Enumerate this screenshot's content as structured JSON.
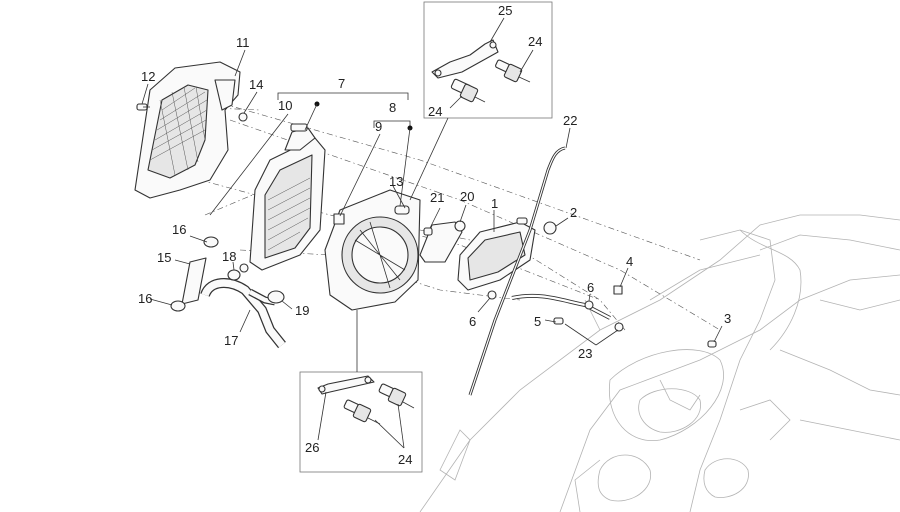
{
  "callouts": {
    "c1": "1",
    "c2": "2",
    "c3": "3",
    "c4": "4",
    "c5": "5",
    "c6a": "6",
    "c6b": "6",
    "c7": "7",
    "c8": "8",
    "c9": "9",
    "c10": "10",
    "c11": "11",
    "c12": "12",
    "c13": "13",
    "c14": "14",
    "c15": "15",
    "c16a": "16",
    "c16b": "16",
    "c17": "17",
    "c18": "18",
    "c19": "19",
    "c20": "20",
    "c21": "21",
    "c22": "22",
    "c23": "23",
    "c24a": "24",
    "c24b": "24",
    "c24c": "24",
    "c25": "25",
    "c26": "26"
  }
}
